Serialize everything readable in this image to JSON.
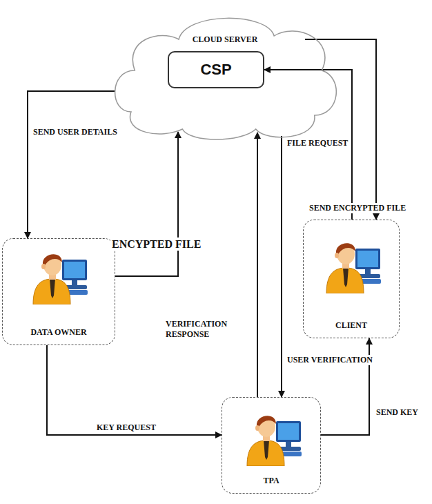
{
  "diagram": {
    "nodes": [
      {
        "text": [
          "CLOUD SERVER"
        ]
      },
      {
        "text": [
          "CSP"
        ],
        "in": 0
      },
      {
        "text": [
          "DATA OWNER"
        ]
      },
      {
        "text": [
          "CLIENT"
        ]
      },
      {
        "text": [
          "TPA"
        ]
      }
    ],
    "edges": [
      {
        "from": 0,
        "to": 2,
        "arrow": "to",
        "label": "SEND USER DETAILS"
      },
      {
        "from": 2,
        "to": 0,
        "arrow": "to",
        "label": "ENCYPTED FILE"
      },
      {
        "from": 0,
        "to": 3,
        "arrow": "to",
        "label": "SEND ENCRYPTED FILE"
      },
      {
        "from": 3,
        "to": 1,
        "arrow": "to",
        "label": "FILE REQUEST"
      },
      {
        "from": 4,
        "to": 0,
        "arrow": "to",
        "label": "VERIFICATION RESPONSE"
      },
      {
        "from": 0,
        "to": 4,
        "arrow": "to",
        "label": "USER VERIFICATION"
      },
      {
        "from": 2,
        "to": 4,
        "arrow": "to",
        "label": "KEY REQUEST"
      },
      {
        "from": 4,
        "to": 3,
        "arrow": "to",
        "label": "SEND KEY"
      }
    ]
  }
}
